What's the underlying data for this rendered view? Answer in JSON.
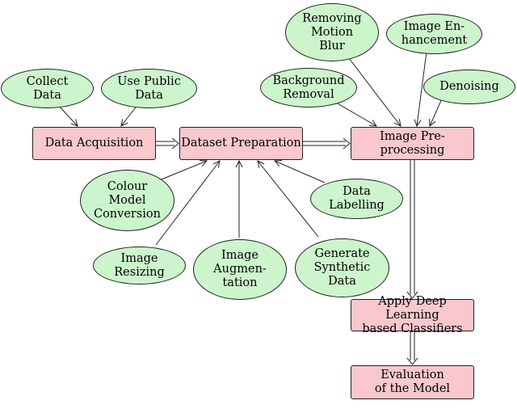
{
  "colors": {
    "process_fill": "#f8c8cc",
    "source_fill": "#ccf5cc",
    "stroke": "#222222"
  },
  "nodes": {
    "data_acquisition": "Data Acquisition",
    "dataset_preparation": "Dataset Preparation",
    "image_preprocessing": "Image Pre-processing",
    "apply_classifiers": "Apply Deep Learning\nbased Classifiers",
    "evaluation": "Evaluation\nof the Model",
    "collect_data": "Collect\nData",
    "use_public_data": "Use Public\nData",
    "colour_model_conversion": "Colour\nModel\nConversion",
    "image_resizing": "Image\nResizing",
    "image_augmentation": "Image\nAugmen-\ntation",
    "generate_synthetic_data": "Generate\nSynthetic\nData",
    "data_labelling": "Data\nLabelling",
    "background_removal": "Background\nRemoval",
    "removing_motion_blur": "Removing\nMotion\nBlur",
    "image_enhancement": "Image En-\nhancement",
    "denoising": "Denoising"
  }
}
